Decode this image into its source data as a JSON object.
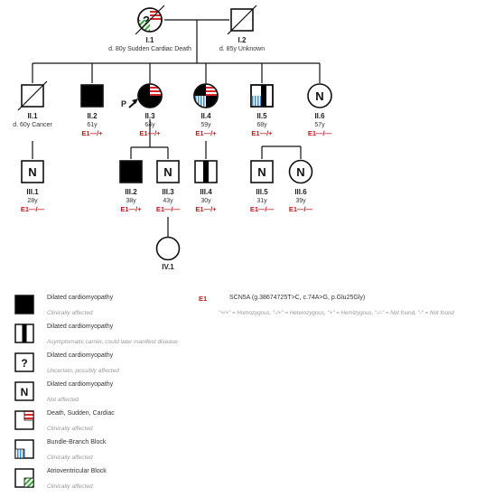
{
  "generation_I": [
    {
      "id": "I.1",
      "info": "d. 80y Sudden Cardiac Death",
      "symbol_mark": "?"
    },
    {
      "id": "I.2",
      "info": "d. 85y Unknown"
    }
  ],
  "generation_II": [
    {
      "id": "II.1",
      "info": "d. 60y Cancer",
      "genotype": ""
    },
    {
      "id": "II.2",
      "info": "61y",
      "genotype": "E1—/+"
    },
    {
      "id": "II.3",
      "info": "64y",
      "genotype": "E1—/+",
      "proband_label": "P"
    },
    {
      "id": "II.4",
      "info": "59y",
      "genotype": "E1—/+"
    },
    {
      "id": "II.5",
      "info": "68y",
      "genotype": "E1—/+"
    },
    {
      "id": "II.6",
      "info": "57y",
      "genotype": "E1—/—",
      "symbol_mark": "N"
    }
  ],
  "generation_III": [
    {
      "id": "III.1",
      "info": "28y",
      "genotype": "E1—/—",
      "symbol_mark": "N"
    },
    {
      "id": "III.2",
      "info": "38y",
      "genotype": "E1—/+"
    },
    {
      "id": "III.3",
      "info": "43y",
      "genotype": "E1—/—",
      "symbol_mark": "N"
    },
    {
      "id": "III.4",
      "info": "30y",
      "genotype": "E1—/+"
    },
    {
      "id": "III.5",
      "info": "31y",
      "genotype": "E1—/—",
      "symbol_mark": "N"
    },
    {
      "id": "III.6",
      "info": "39y",
      "genotype": "E1—/—",
      "symbol_mark": "N"
    }
  ],
  "generation_IV": [
    {
      "id": "IV.1"
    }
  ],
  "legend": [
    {
      "symbol": "filled",
      "title": "Dilated cardiomyopathy",
      "subtitle": "Clinically affected"
    },
    {
      "symbol": "vertical-bar",
      "title": "Dilated cardiomyopathy",
      "subtitle": "Asymptomatic carrier, could later manifest disease"
    },
    {
      "symbol": "question",
      "mark": "?",
      "title": "Dilated cardiomyopathy",
      "subtitle": "Uncertain, possibly affected"
    },
    {
      "symbol": "not-affected",
      "mark": "N",
      "title": "Dilated cardiomyopathy",
      "subtitle": "Not affected"
    },
    {
      "symbol": "quadrant-red",
      "title": "Death, Sudden, Cardiac",
      "subtitle": "Clinically affected"
    },
    {
      "symbol": "quadrant-blue",
      "title": "Bundle-Branch Block",
      "subtitle": "Clinically affected"
    },
    {
      "symbol": "quadrant-green",
      "title": "Atrioventricular Block",
      "subtitle": "Clinically affected"
    }
  ],
  "gene": {
    "id": "E1",
    "description": "SCN5A (g.38674725T>C, c.74A>G, p.Glu25Gly)",
    "notes": "\"+/+\" = Homozygous, \"-/+\" = Heterozygous, \"+\" = Hemizygous, \"-/-\" = Not found, \"-\" = Not found"
  },
  "colors": {
    "death_sudden_cardiac": "#d9262c",
    "bundle_branch_block": "#3b8fd0",
    "atrioventricular_block": "#3aa53a",
    "genotype_text": "#c0171d"
  }
}
